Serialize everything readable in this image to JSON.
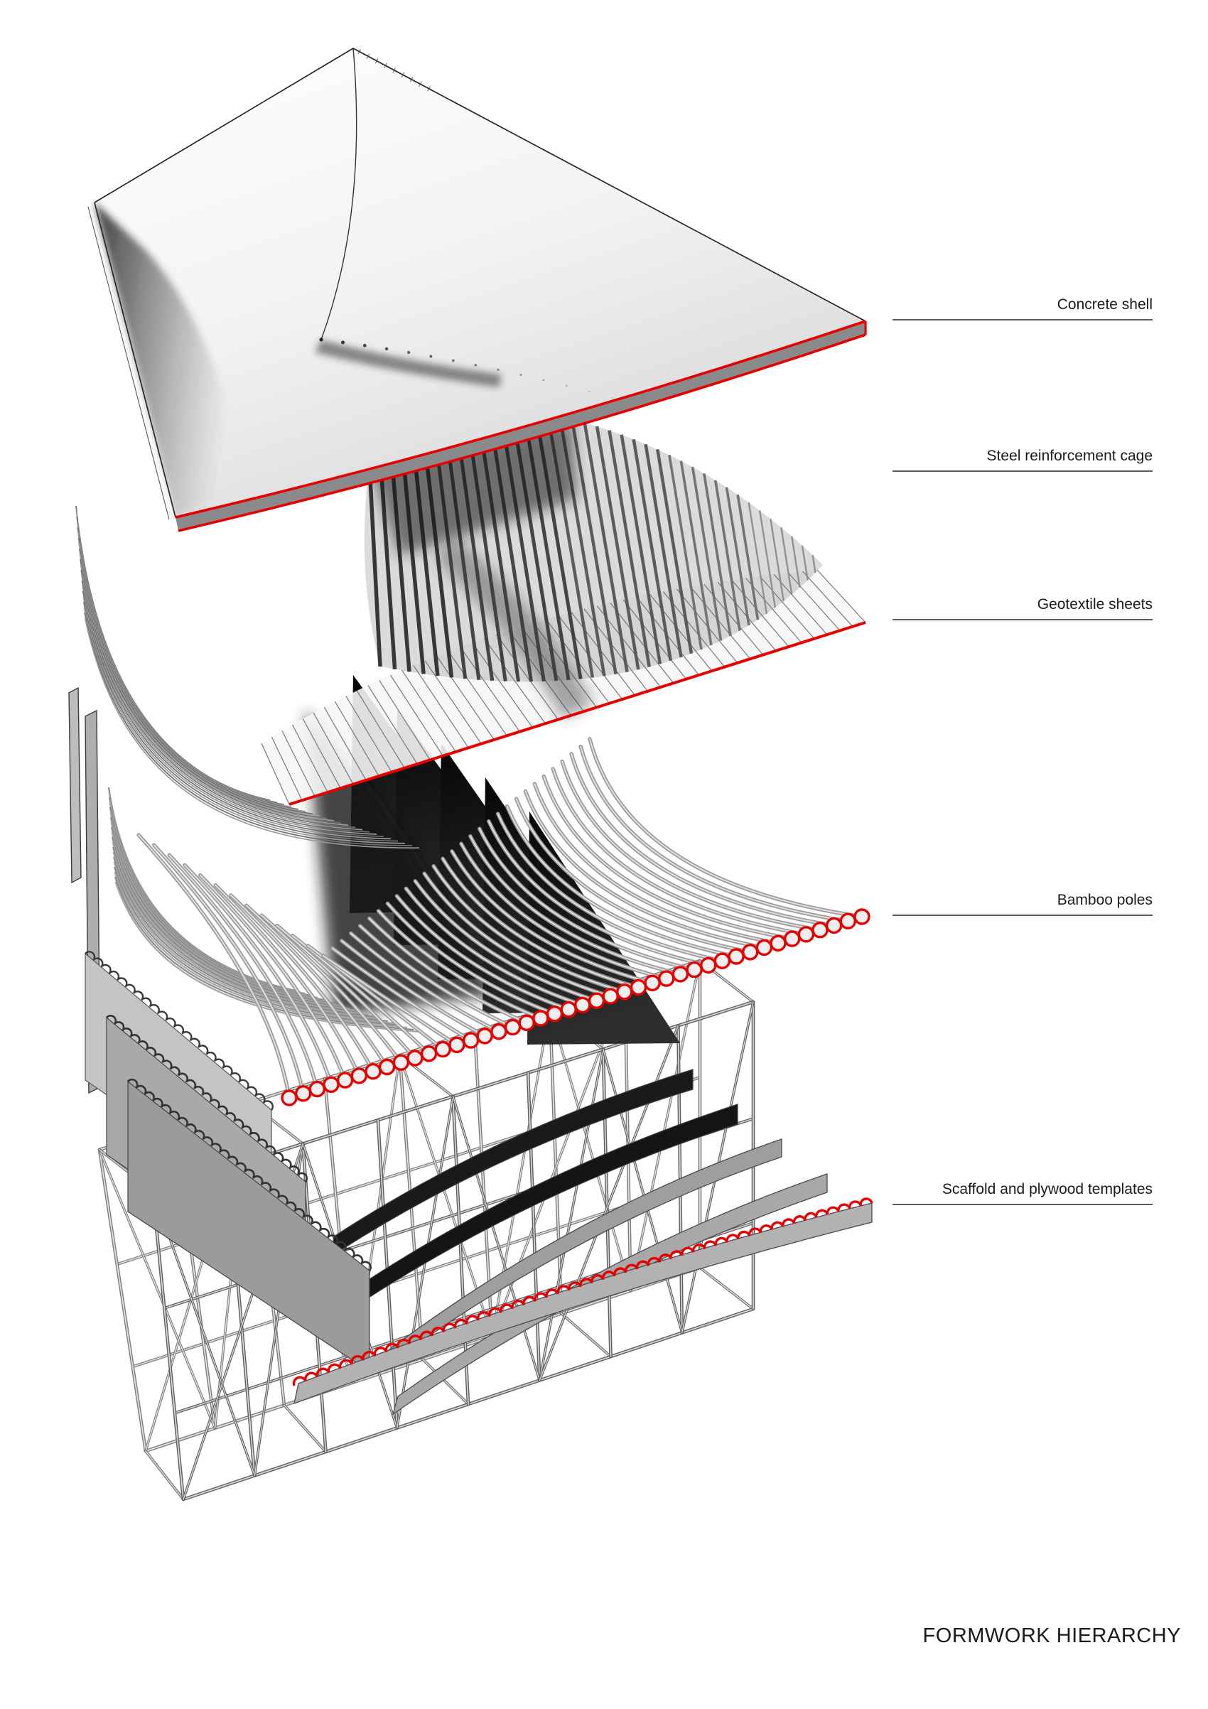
{
  "title": "FORMWORK HIERARCHY",
  "labels": [
    {
      "label": "Concrete shell"
    },
    {
      "label": "Steel reinforcement cage"
    },
    {
      "label": "Geotextile sheets"
    },
    {
      "label": "Bamboo poles"
    },
    {
      "label": "Scaffold and plywood templates"
    }
  ],
  "colors": {
    "accent_red": "#e60000",
    "leader_line": "#5a5a5a",
    "text": "#1a1a1a",
    "slab_gray": "#8a8a8a",
    "panel_gray": "#a9a9a9",
    "sail_black": "#0c0c0c"
  }
}
